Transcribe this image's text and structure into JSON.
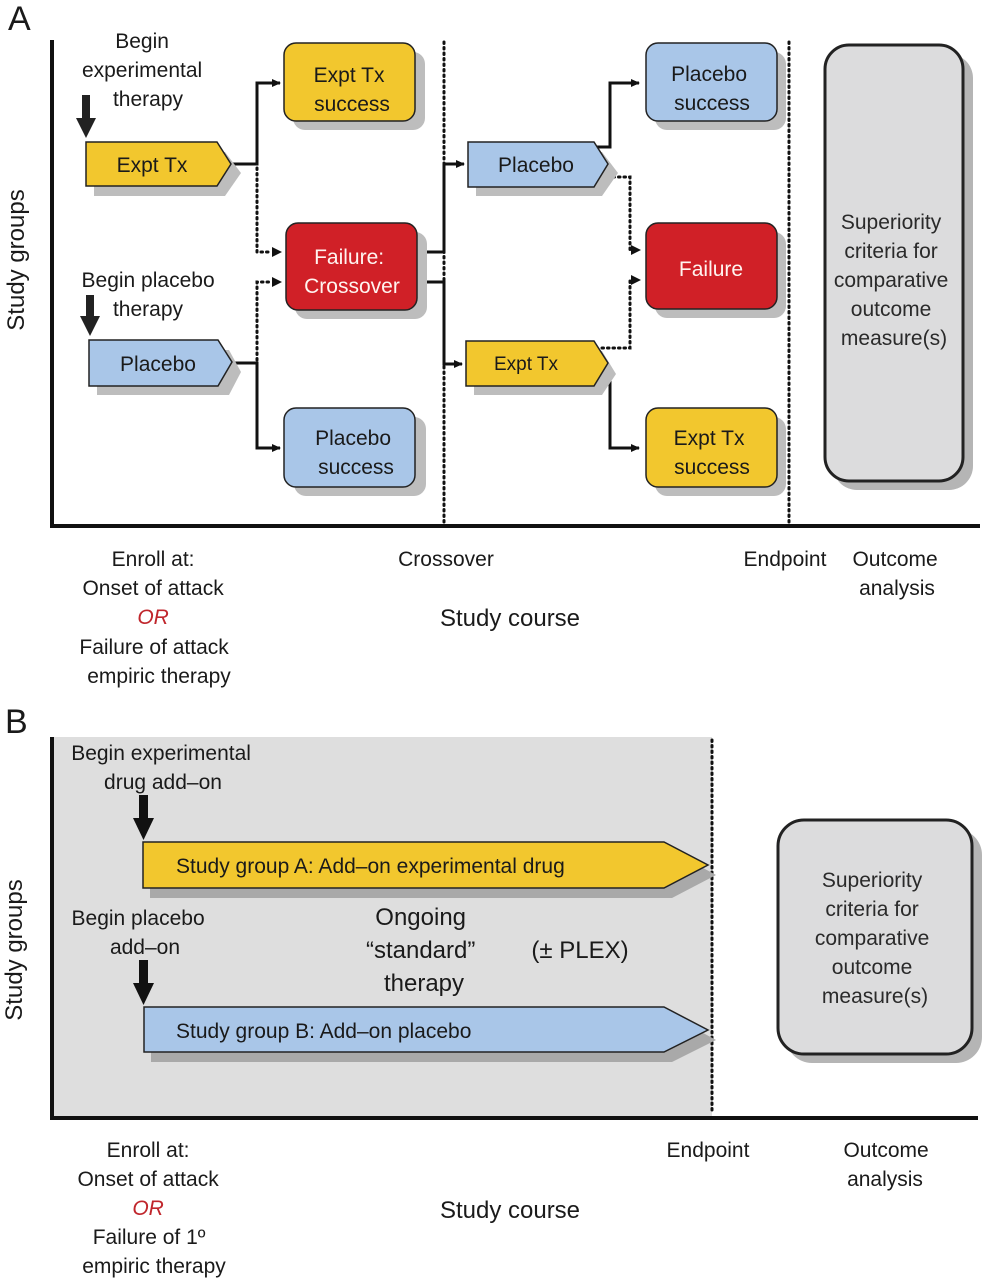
{
  "colors": {
    "experimental": "#f2c72e",
    "placebo": "#a9c6e8",
    "failure": "#d02027",
    "outcome_box": "#dcdcdd",
    "panel_b_bg": "#dedede",
    "or_text": "#c0262c"
  },
  "panel_a": {
    "letter": "A",
    "y_axis_label": "Study groups",
    "begin_expt": [
      "Begin",
      "experimental",
      "therapy"
    ],
    "begin_placebo": [
      "Begin placebo",
      "therapy"
    ],
    "nodes": {
      "expt_tx_start": "Expt  Tx",
      "placebo_start": "Placebo",
      "expt_success_1": [
        "Expt Tx",
        "success"
      ],
      "failure_crossover": [
        "Failure:",
        "Crossover"
      ],
      "placebo_success_1": [
        "Placebo",
        "success"
      ],
      "placebo_cross": "Placebo",
      "expt_cross": "Expt  Tx",
      "placebo_success_2": [
        "Placebo",
        "success"
      ],
      "failure_final": "Failure",
      "expt_success_2": [
        "Expt Tx",
        "success"
      ],
      "outcome": [
        "Superiority",
        "criteria for",
        "comparative",
        "outcome",
        "measure(s)"
      ]
    },
    "x_labels": {
      "enroll": [
        "Enroll at:",
        "Onset of attack",
        "OR",
        "Failure of attack",
        "empiric therapy"
      ],
      "crossover": "Crossover",
      "endpoint": "Endpoint",
      "outcome_analysis": [
        "Outcome",
        "analysis"
      ],
      "study_course": "Study course"
    }
  },
  "panel_b": {
    "letter": "B",
    "y_axis_label": "Study groups",
    "begin_expt": [
      "Begin experimental",
      "drug add–on"
    ],
    "begin_placebo": [
      "Begin placebo",
      "add–on"
    ],
    "group_a": "Study group A: Add–on experimental drug",
    "group_b": "Study group B: Add–on placebo",
    "ongoing": [
      "Ongoing",
      "“standard”",
      "therapy"
    ],
    "plex": "(± PLEX)",
    "outcome": [
      "Superiority",
      "criteria for",
      "comparative",
      "outcome",
      "measure(s)"
    ],
    "x_labels": {
      "enroll": [
        "Enroll at:",
        "Onset of attack",
        "OR",
        "Failure of 1º",
        "empiric therapy"
      ],
      "endpoint": "Endpoint",
      "outcome_analysis": [
        "Outcome",
        "analysis"
      ],
      "study_course": "Study course"
    }
  }
}
